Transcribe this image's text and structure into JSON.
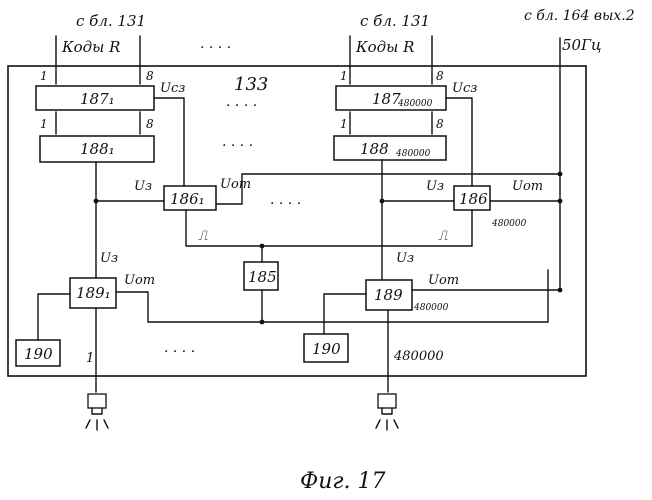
{
  "figure": {
    "caption": "Фиг. 17",
    "block_number": "133"
  },
  "inputs": {
    "left_source": "с бл. 131",
    "left_codes": "Коды R",
    "right_source": "с бл. 131",
    "right_codes": "Коды R",
    "clock_source": "с бл. 164 вых.2",
    "clock_freq": "50Гц"
  },
  "blocks": {
    "reg_first": "187₁",
    "reg_last": "187",
    "reg_last_sub": "480000",
    "cnt_first": "188₁",
    "cnt_last": "188",
    "cnt_last_sub": "480000",
    "cmp_first": "186₁",
    "cmp_last": "186",
    "cmp_last_sub": "480000",
    "gate_first": "189₁",
    "gate_last": "189",
    "gate_last_sub": "480000",
    "shared": "185",
    "src_first": "190",
    "src_last": "190"
  },
  "labels": {
    "bit_first": "1",
    "bit_last": "8",
    "ucz": "Uсз",
    "uz": "Uз",
    "uot": "Uот",
    "out_first": "1",
    "out_last": "480000",
    "ellipsis": "· · · ·"
  }
}
